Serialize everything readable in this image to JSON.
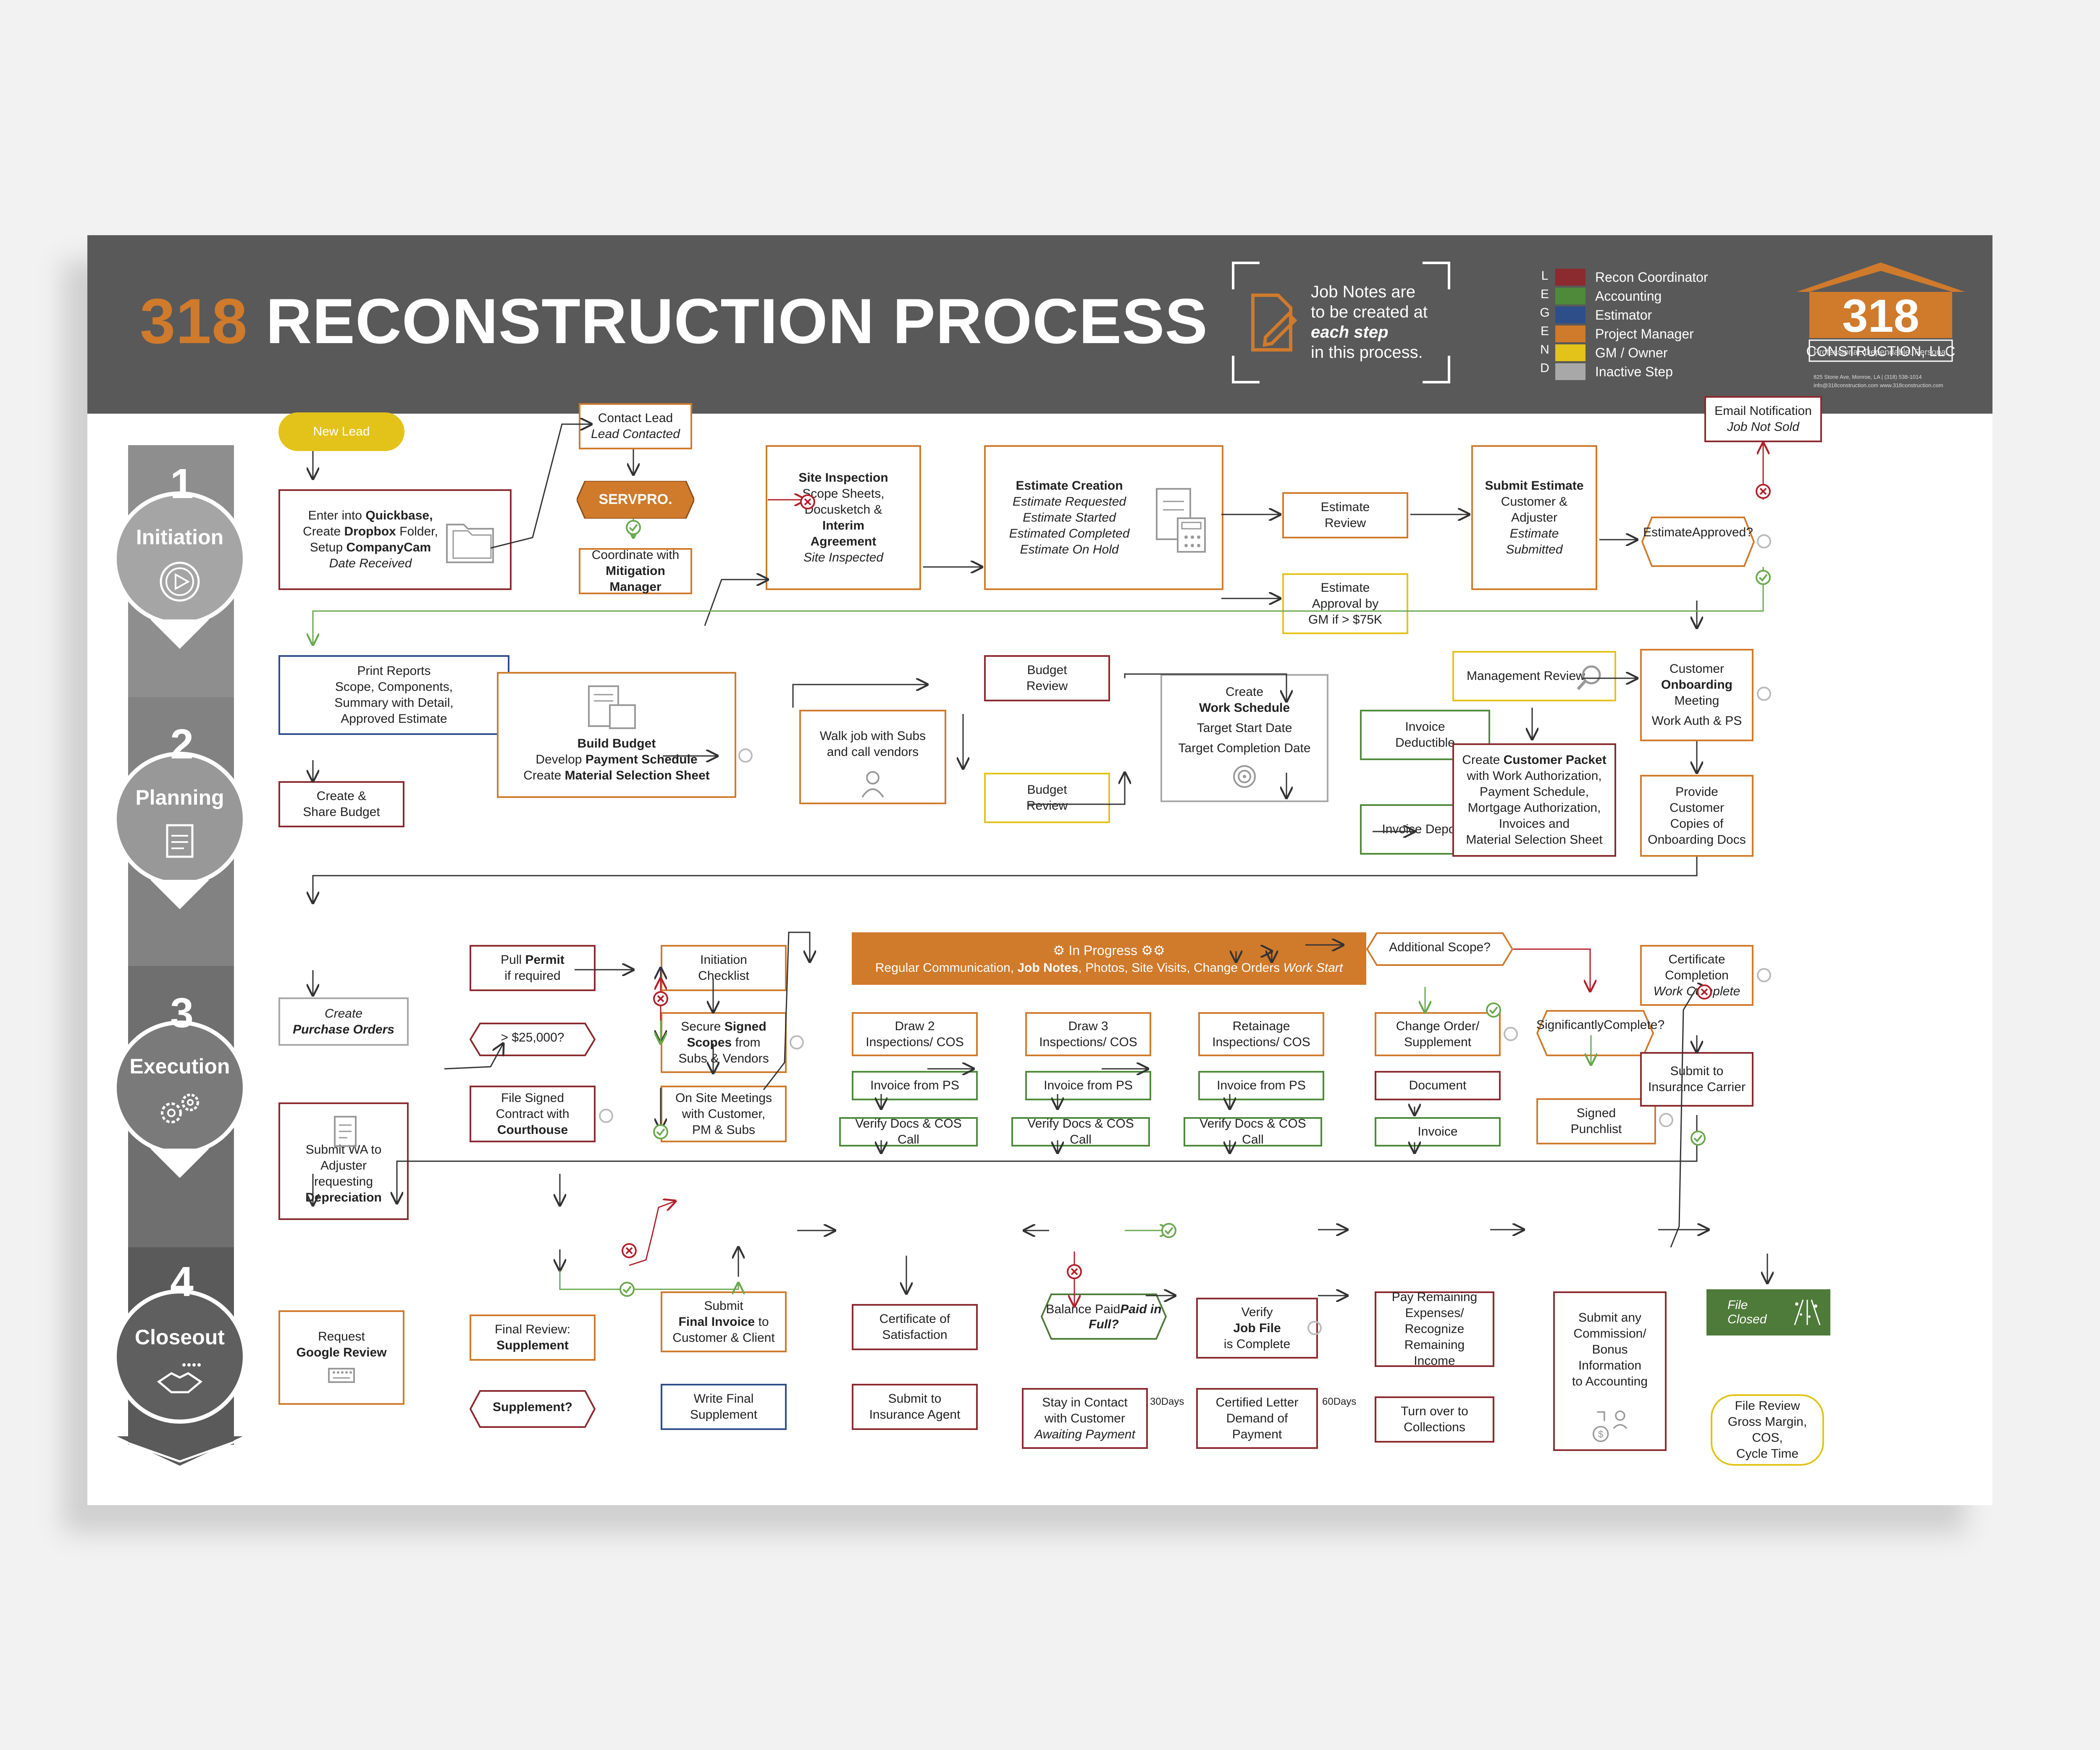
{
  "title": {
    "number": "318",
    "text": " RECONSTRUCTION PROCESS"
  },
  "job_note": {
    "line1": "Job Notes are",
    "line2": "to be created at",
    "line3": "each step",
    "line4": "in this process."
  },
  "legend": {
    "word": [
      "L",
      "E",
      "G",
      "E",
      "N",
      "D"
    ],
    "items": [
      {
        "label": "Recon Coordinator",
        "color": "#8b2a2f"
      },
      {
        "label": "Accounting",
        "color": "#4e8a3a"
      },
      {
        "label": "Estimator",
        "color": "#2e4e8a"
      },
      {
        "label": "Project Manager",
        "color": "#d07a2c"
      },
      {
        "label": "GM / Owner",
        "color": "#e3c319"
      },
      {
        "label": "Inactive Step",
        "color": "#a8a8a8"
      }
    ]
  },
  "logo": {
    "number": "318",
    "name": "CONSTRUCTION, LLC",
    "tagline": "Professional. Dependable. Personal.",
    "address": "825 Stone Ave, Monroe, LA  |  (318) 538-1014",
    "email": "info@318construction.com    www.318construction.com"
  },
  "phases": [
    {
      "num": "1",
      "label": "Initiation"
    },
    {
      "num": "2",
      "label": "Planning"
    },
    {
      "num": "3",
      "label": "Execution"
    },
    {
      "num": "4",
      "label": "Closeout"
    }
  ],
  "p1": {
    "new_lead": "New Lead",
    "enter": [
      "Enter into ",
      "Quickbase,",
      "Create ",
      "Dropbox",
      " Folder,",
      "Setup ",
      "CompanyCam",
      "Date Received"
    ],
    "contact": [
      "Contact Lead",
      "Lead Contacted"
    ],
    "servpro": "SERVPRO.",
    "coordinate": [
      "Coordinate with",
      "Mitigation",
      "Manager"
    ],
    "site": [
      "Site Inspection",
      "Scope Sheets,",
      "Docusketch &",
      "Interim",
      "Agreement",
      "Site Inspected"
    ],
    "estimate": [
      "Estimate Creation",
      "Estimate Requested",
      "Estimate Started",
      "Estimated Completed",
      "Estimate On Hold"
    ],
    "est_review": [
      "Estimate",
      "Review"
    ],
    "est_approval": [
      "Estimate",
      "Approval by",
      "GM if > $75K"
    ],
    "submit": [
      "Submit Estimate",
      "Customer &",
      "Adjuster",
      "Estimate",
      "Submitted"
    ],
    "approved": [
      "Estimate",
      "Approved?"
    ],
    "email": [
      "Email Notification",
      "Job Not Sold"
    ]
  },
  "p2": {
    "print": [
      "Print Reports",
      "Scope, Components,",
      "Summary with Detail,",
      "Approved Estimate"
    ],
    "share": [
      "Create &",
      "Share Budget"
    ],
    "build": [
      "Build Budget",
      "Develop ",
      "Payment Schedule",
      "Create ",
      "Material Selection Sheet"
    ],
    "walk": [
      "Walk job with Subs",
      "and call vendors"
    ],
    "budget_review1": [
      "Budget",
      "Review"
    ],
    "budget_review2": [
      "Budget",
      "Review"
    ],
    "work_schedule": [
      "Create",
      "Work Schedule",
      "Target Start Date",
      "Target Completion Date"
    ],
    "invoice_deductible": [
      "Invoice",
      "Deductible"
    ],
    "invoice_deposit": "Invoice Deposit",
    "mgmt_review": "Management Review",
    "customer_packet": [
      "Create ",
      "Customer Packet",
      "with Work Authorization,",
      "Payment Schedule,",
      "Mortgage Authorization,",
      "Invoices and",
      "Material Selection Sheet"
    ],
    "onboarding": [
      "Customer",
      "Onboarding",
      "Meeting",
      "Work Auth & PS"
    ],
    "provide": [
      "Provide Customer",
      "Copies of",
      "Onboarding Docs"
    ]
  },
  "p3": {
    "purchase": [
      "Create",
      "Purchase Orders"
    ],
    "submit_wa": [
      "Submit WA to",
      "Adjuster",
      "requesting",
      "Depreciation"
    ],
    "pull_permit": [
      "Pull ",
      "Permit",
      "if required"
    ],
    "threshold": "> $25,000?",
    "file_signed": [
      "File Signed",
      "Contract with",
      "Courthouse"
    ],
    "initiation": [
      "Initiation",
      "Checklist"
    ],
    "secure": [
      "Secure ",
      "Signed",
      "Scopes",
      " from",
      "Subs & Vendors"
    ],
    "onsite": [
      "On Site Meetings",
      "with Customer,",
      "PM & Subs"
    ],
    "in_progress": [
      "In Progress",
      "Regular Communication, ",
      "Job Notes",
      ", Photos, Site Visits, Change Orders ",
      "Work Start"
    ],
    "draw2": [
      "Draw 2",
      "Inspections/ COS"
    ],
    "draw3": [
      "Draw 3",
      "Inspections/ COS"
    ],
    "retainage": [
      "Retainage",
      "Inspections/ COS"
    ],
    "invoice_ps": "Invoice from PS",
    "verify": "Verify Docs & COS Call",
    "additional": "Additional Scope?",
    "change_order": [
      "Change Order/",
      "Supplement"
    ],
    "document": "Document",
    "invoice": "Invoice",
    "sig_complete": [
      "Significantly",
      "Complete?"
    ],
    "signed_punch": [
      "Signed",
      "Punchlist"
    ],
    "certificate": [
      "Certificate",
      "Completion",
      "Work Complete"
    ],
    "submit_ins": [
      "Submit to",
      "Insurance Carrier"
    ]
  },
  "p4": {
    "google": [
      "Request",
      "Google Review"
    ],
    "final_review": [
      "Final Review:",
      "Supplement"
    ],
    "supplement_q": "Supplement?",
    "submit_final": [
      "Submit",
      "Final Invoice",
      " to",
      "Customer & Client"
    ],
    "write_final": [
      "Write Final",
      "Supplement"
    ],
    "cert_sat": [
      "Certificate of",
      "Satisfaction"
    ],
    "submit_agent": [
      "Submit to",
      "Insurance Agent"
    ],
    "balance": [
      "Balance Paid",
      "Paid in Full?"
    ],
    "stay": [
      "Stay in Contact",
      "with Customer",
      "Awaiting Payment"
    ],
    "days30": [
      "30",
      "Days"
    ],
    "days60": [
      "60",
      "Days"
    ],
    "certified": [
      "Certified Letter",
      "Demand of",
      "Payment"
    ],
    "turn_over": [
      "Turn over to",
      "Collections"
    ],
    "verify_job": [
      "Verify",
      "Job File",
      "is Complete"
    ],
    "pay_remaining": [
      "Pay Remaining",
      "Expenses/",
      "Recognize",
      "Remaining Income"
    ],
    "submit_comm": [
      "Submit any",
      "Commission/",
      "Bonus Information",
      "to Accounting"
    ],
    "file_closed": [
      "File",
      "Closed"
    ],
    "file_review": [
      "File Review",
      "Gross Margin,",
      "COS,",
      "Cycle Time"
    ]
  }
}
